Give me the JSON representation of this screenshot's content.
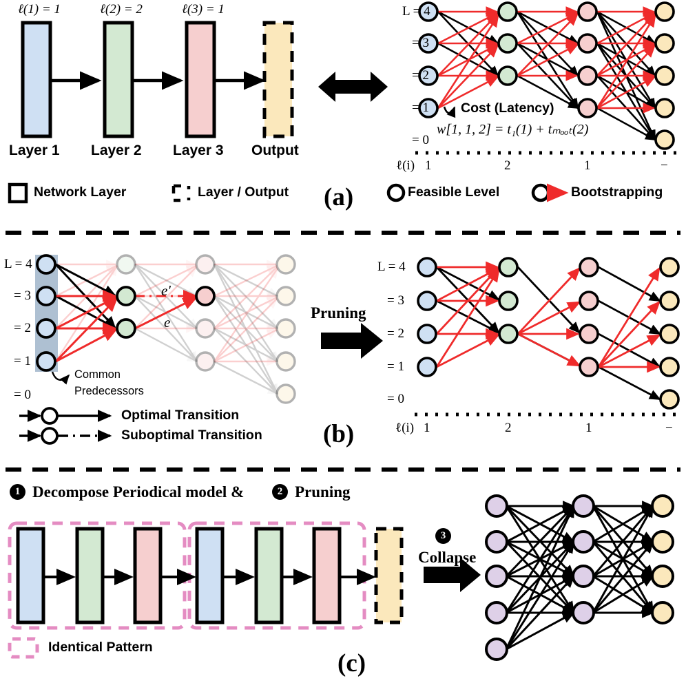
{
  "figure": {
    "panels": [
      {
        "id": "a",
        "caption": "(a)"
      },
      {
        "id": "b",
        "caption": "(b)"
      },
      {
        "id": "c",
        "caption": "(c)"
      }
    ]
  },
  "colors": {
    "layer1_blue": "#cfe0f3",
    "layer2_green": "#d3e9d2",
    "layer3_pink": "#f6cfcf",
    "output_yellow": "#fbe8bc",
    "purple_node": "#ded0e8",
    "bootstrap_red": "#ef2b2b",
    "highlight_band": "#aec0d2",
    "identical_pattern": "#e48cc2",
    "outline_black": "#000000"
  },
  "panel_a": {
    "left": {
      "level_labels": [
        "ℓ(1) = 1",
        "ℓ(2) = 2",
        "ℓ(3) = 1"
      ],
      "bars": [
        {
          "name": "Layer 1",
          "color": "layer1_blue",
          "dashed": false
        },
        {
          "name": "Layer 2",
          "color": "layer2_green",
          "dashed": false
        },
        {
          "name": "Layer 3",
          "color": "layer3_pink",
          "dashed": false
        },
        {
          "name": "Output",
          "color": "output_yellow",
          "dashed": true
        }
      ],
      "legend": [
        {
          "icon": "solid-square-icon",
          "label": "Network Layer"
        },
        {
          "icon": "dashed-square-icon",
          "label": "Layer / Output"
        }
      ]
    },
    "equivalence_arrow": "double-headed-arrow-icon",
    "right": {
      "row_labels": [
        "L = 4",
        "= 3",
        "= 2",
        "= 1",
        "= 0"
      ],
      "axis_label": "ℓ(i)",
      "column_labels": [
        "1",
        "2",
        "1",
        "−"
      ],
      "column_node_counts": [
        4,
        3,
        4,
        5
      ],
      "column_colors": [
        "layer1_blue",
        "layer2_green",
        "layer3_pink",
        "output_yellow"
      ],
      "annotation_title": "Cost (Latency)",
      "annotation_formula": "w[1, 1, 2] = t₁(1) + tₘₒₒₜ(2)",
      "legend": [
        {
          "icon": "circle-outline-icon",
          "label": "Feasible Level"
        },
        {
          "icon": "circle-red-arrow-icon",
          "label": "Bootstrapping"
        }
      ]
    }
  },
  "panel_b": {
    "left": {
      "row_labels": [
        "L = 4",
        "= 3",
        "= 2",
        "= 1",
        "= 0"
      ],
      "column_node_counts": [
        4,
        3,
        4,
        5
      ],
      "column_colors": [
        "layer1_blue",
        "layer2_green",
        "layer3_pink",
        "output_yellow"
      ],
      "edge_labels": [
        "e'",
        "e"
      ],
      "callout": [
        "Common",
        "Predecessors"
      ],
      "legend": [
        {
          "icon": "optimal-transition-icon",
          "label": "Optimal Transition"
        },
        {
          "icon": "suboptimal-transition-icon",
          "label": "Suboptimal Transition"
        }
      ]
    },
    "operation": {
      "label": "Pruning",
      "icon": "right-arrow-icon"
    },
    "right": {
      "row_labels": [
        "L = 4",
        "= 3",
        "= 2",
        "= 1",
        "= 0"
      ],
      "axis_label": "ℓ(i)",
      "column_labels": [
        "1",
        "2",
        "1",
        "−"
      ],
      "column_node_counts": [
        4,
        3,
        4,
        5
      ],
      "column_colors": [
        "layer1_blue",
        "layer2_green",
        "layer3_pink",
        "output_yellow"
      ]
    }
  },
  "panel_c": {
    "steps": [
      {
        "number": "❶",
        "label": "Decompose Periodical model &"
      },
      {
        "number": "❷",
        "label": "Pruning"
      },
      {
        "number": "❸",
        "label": "Collapse"
      }
    ],
    "step1_text": "Decompose Periodical model &",
    "step2_text": "Pruning",
    "step3_text": "Collapse",
    "step1_num": "1",
    "step2_num": "2",
    "step3_num": "3",
    "groups": [
      {
        "bars": [
          "layer1_blue",
          "layer2_green",
          "layer3_pink"
        ]
      },
      {
        "bars": [
          "layer1_blue",
          "layer2_green",
          "layer3_pink"
        ]
      }
    ],
    "output_bar": {
      "color": "output_yellow",
      "dashed": true
    },
    "legend": [
      {
        "icon": "dashed-pink-box-icon",
        "label": "Identical Pattern"
      }
    ],
    "collapsed_network": {
      "column_node_counts": [
        5,
        4,
        4
      ],
      "column_colors": [
        "purple_node",
        "purple_node",
        "output_yellow"
      ]
    }
  }
}
